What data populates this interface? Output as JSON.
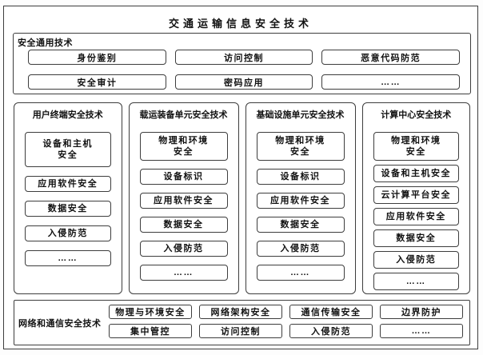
{
  "title": "交通运输信息安全技术",
  "general": {
    "label": "安全通用技术",
    "items": [
      "身份鉴别",
      "访问控制",
      "恶意代码防范",
      "安全审计",
      "密码应用",
      "……"
    ]
  },
  "columns": [
    {
      "title": "用户终端安全技术",
      "items": [
        "设备和主机\n安全",
        "应用软件安全",
        "数据安全",
        "入侵防范",
        "……"
      ]
    },
    {
      "title": "载运装备单元安全技术",
      "items": [
        "物理和环境\n安全",
        "设备标识",
        "应用软件安全",
        "数据安全",
        "入侵防范",
        "……"
      ]
    },
    {
      "title": "基础设施单元安全技术",
      "items": [
        "物理和环境\n安全",
        "设备标识",
        "应用软件安全",
        "数据安全",
        "入侵防范",
        "……"
      ]
    },
    {
      "title": "计算中心安全技术",
      "items": [
        "物理和环境\n安全",
        "设备和主机安全",
        "云计算平台安全",
        "应用软件安全",
        "数据安全",
        "入侵防范",
        "……"
      ]
    }
  ],
  "network": {
    "label": "网络和通信安全技术",
    "items": [
      "物理与环境安全",
      "网络架构安全",
      "通信传输安全",
      "边界防护",
      "集中管控",
      "访问控制",
      "入侵防范",
      "……"
    ]
  },
  "colors": {
    "border": "#3d3d3d",
    "text": "#111111",
    "background": "#ffffff"
  }
}
